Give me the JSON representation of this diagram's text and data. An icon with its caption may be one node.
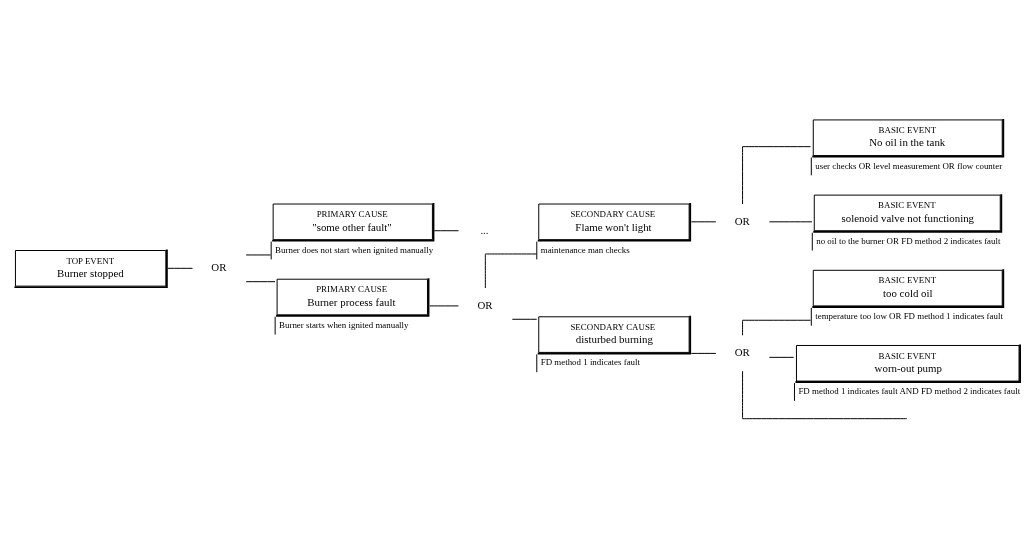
{
  "diagram": {
    "nodes": [
      {
        "text": [
          "TOP EVENT",
          "Burner stopped"
        ]
      },
      {
        "text": [
          "OR"
        ]
      },
      {
        "text": [
          "PRIMARY CAUSE",
          "\"some other fault\""
        ],
        "beside": [
          "Burner does not start when ignited manually"
        ]
      },
      {
        "text": [
          "..."
        ]
      },
      {
        "text": [
          "PRIMARY CAUSE",
          "Burner process fault"
        ],
        "beside": [
          "Burner starts when ignited manually"
        ]
      },
      {
        "text": [
          "OR"
        ]
      },
      {
        "text": [
          "SECONDARY CAUSE",
          "Flame won't light"
        ],
        "beside": [
          "maintenance man checks"
        ]
      },
      {
        "text": [
          "SECONDARY CAUSE",
          "disturbed burning"
        ],
        "beside": [
          "FD method 1 indicates fault"
        ]
      },
      {
        "text": [
          "OR"
        ]
      },
      {
        "text": [
          "BASIC EVENT",
          "No oil in the tank"
        ],
        "beside": [
          "user checks OR level measurement OR flow counter"
        ]
      },
      {
        "text": [
          "BASIC EVENT",
          "solenoid valve not functioning"
        ],
        "beside": [
          "no oil to the burner OR FD method 2 indicates fault"
        ]
      },
      {
        "text": [
          "OR"
        ]
      },
      {
        "text": [
          "BASIC EVENT",
          "too cold oil"
        ],
        "beside": [
          "temperature too low OR FD method 1 indicates fault"
        ]
      },
      {
        "text": [
          "BASIC EVENT",
          "worn-out pump"
        ],
        "beside": [
          "FD method 1 indicates fault AND FD method 2 indicates fault"
        ]
      }
    ],
    "edges": [
      {
        "from": 0,
        "to": 1,
        "arrow": "none"
      },
      {
        "from": 1,
        "to": 2,
        "arrow": "none"
      },
      {
        "from": 1,
        "to": 4,
        "arrow": "none"
      },
      {
        "from": 2,
        "to": 3,
        "arrow": "none"
      },
      {
        "from": 4,
        "to": 5,
        "arrow": "none"
      },
      {
        "from": 5,
        "to": 6,
        "arrow": "none"
      },
      {
        "from": 5,
        "to": 7,
        "arrow": "none"
      },
      {
        "from": 6,
        "to": 8,
        "arrow": "none"
      },
      {
        "from": 8,
        "to": 9,
        "arrow": "none"
      },
      {
        "from": 8,
        "to": 10,
        "arrow": "none"
      },
      {
        "from": 7,
        "to": 11,
        "arrow": "none"
      },
      {
        "from": 11,
        "to": 12,
        "arrow": "none"
      },
      {
        "from": 11,
        "to": 13,
        "arrow": "none"
      },
      {
        "from": 11,
        "to": null,
        "arrow": "none"
      }
    ]
  }
}
